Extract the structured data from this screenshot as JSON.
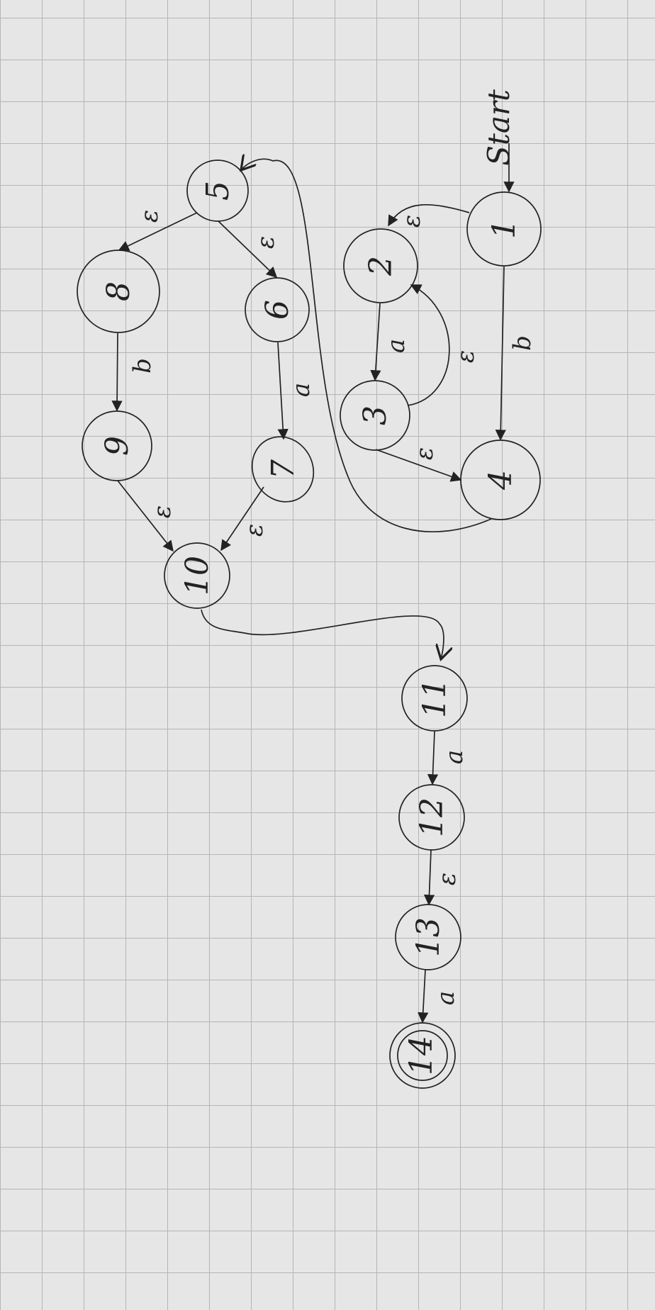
{
  "start_label": "Start",
  "nodes": [
    {
      "id": "1",
      "label": "1"
    },
    {
      "id": "2",
      "label": "2"
    },
    {
      "id": "3",
      "label": "3"
    },
    {
      "id": "4",
      "label": "4"
    },
    {
      "id": "5",
      "label": "5"
    },
    {
      "id": "6",
      "label": "6"
    },
    {
      "id": "7",
      "label": "7"
    },
    {
      "id": "8",
      "label": "8"
    },
    {
      "id": "9",
      "label": "9"
    },
    {
      "id": "10",
      "label": "10"
    },
    {
      "id": "11",
      "label": "11"
    },
    {
      "id": "12",
      "label": "12"
    },
    {
      "id": "13",
      "label": "13"
    },
    {
      "id": "14",
      "label": "14",
      "accepting": true
    }
  ],
  "edges": [
    {
      "from": "1",
      "to": "2",
      "label": "ε"
    },
    {
      "from": "1",
      "to": "4",
      "label": "b"
    },
    {
      "from": "2",
      "to": "3",
      "label": "a"
    },
    {
      "from": "3",
      "to": "2",
      "label": "ε"
    },
    {
      "from": "3",
      "to": "4",
      "label": "ε"
    },
    {
      "from": "4",
      "to": "5",
      "label": ""
    },
    {
      "from": "5",
      "to": "8",
      "label": "ε"
    },
    {
      "from": "5",
      "to": "6",
      "label": "ε"
    },
    {
      "from": "8",
      "to": "9",
      "label": "b"
    },
    {
      "from": "6",
      "to": "7",
      "label": "a"
    },
    {
      "from": "9",
      "to": "10",
      "label": "ε"
    },
    {
      "from": "7",
      "to": "10",
      "label": "ε"
    },
    {
      "from": "10",
      "to": "11",
      "label": ""
    },
    {
      "from": "11",
      "to": "12",
      "label": "a"
    },
    {
      "from": "12",
      "to": "13",
      "label": "ε"
    },
    {
      "from": "13",
      "to": "14",
      "label": "a"
    }
  ]
}
